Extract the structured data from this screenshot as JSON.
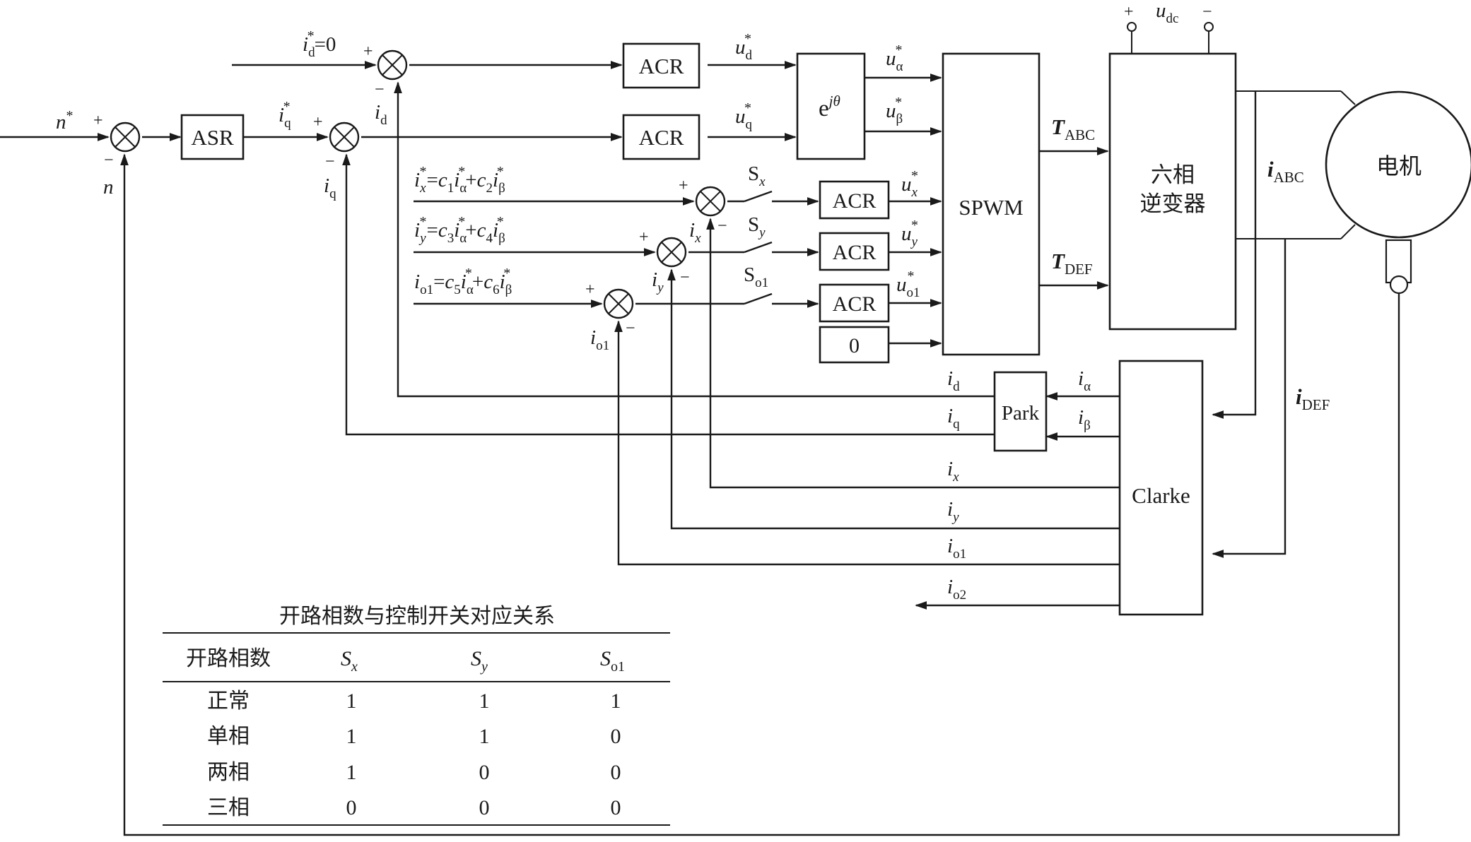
{
  "blocks": {
    "asr": "ASR",
    "acr_d": "ACR",
    "acr_q": "ACR",
    "acr_x": "ACR",
    "acr_y": "ACR",
    "acr_o1": "ACR",
    "zero": "0",
    "rot_base": "e",
    "rot_exp": "jθ",
    "spwm": "SPWM",
    "inverter_line1": "六相",
    "inverter_line2": "逆变器",
    "park": "Park",
    "clarke": "Clarke",
    "motor": "电机"
  },
  "signs": {
    "plus": "+",
    "minus": "−"
  },
  "labels": {
    "n_star": "n",
    "star": "*",
    "n_fb": "n",
    "i": "i",
    "u": "u",
    "c": "c",
    "S": "S",
    "eq": "=",
    "plus": "+",
    "zero": "0",
    "sub_d": "d",
    "sub_q": "q",
    "sub_x": "x",
    "sub_y": "y",
    "sub_o1": "o1",
    "sub_o2": "o2",
    "sub_alpha": "α",
    "sub_beta": "β",
    "sub_1": "1",
    "sub_2": "2",
    "sub_3": "3",
    "sub_4": "4",
    "sub_5": "5",
    "sub_6": "6",
    "T": "T",
    "sub_ABC": "ABC",
    "sub_DEF": "DEF",
    "sub_dc": "dc"
  },
  "table": {
    "caption": "开路相数与控制开关对应关系",
    "header": {
      "col0": "开路相数",
      "s": "S",
      "sub_x": "x",
      "sub_y": "y",
      "sub_o1": "o1"
    },
    "rows": [
      {
        "name": "正常",
        "sx": "1",
        "sy": "1",
        "so1": "1"
      },
      {
        "name": "单相",
        "sx": "1",
        "sy": "1",
        "so1": "0"
      },
      {
        "name": "两相",
        "sx": "1",
        "sy": "0",
        "so1": "0"
      },
      {
        "name": "三相",
        "sx": "0",
        "sy": "0",
        "so1": "0"
      }
    ]
  }
}
